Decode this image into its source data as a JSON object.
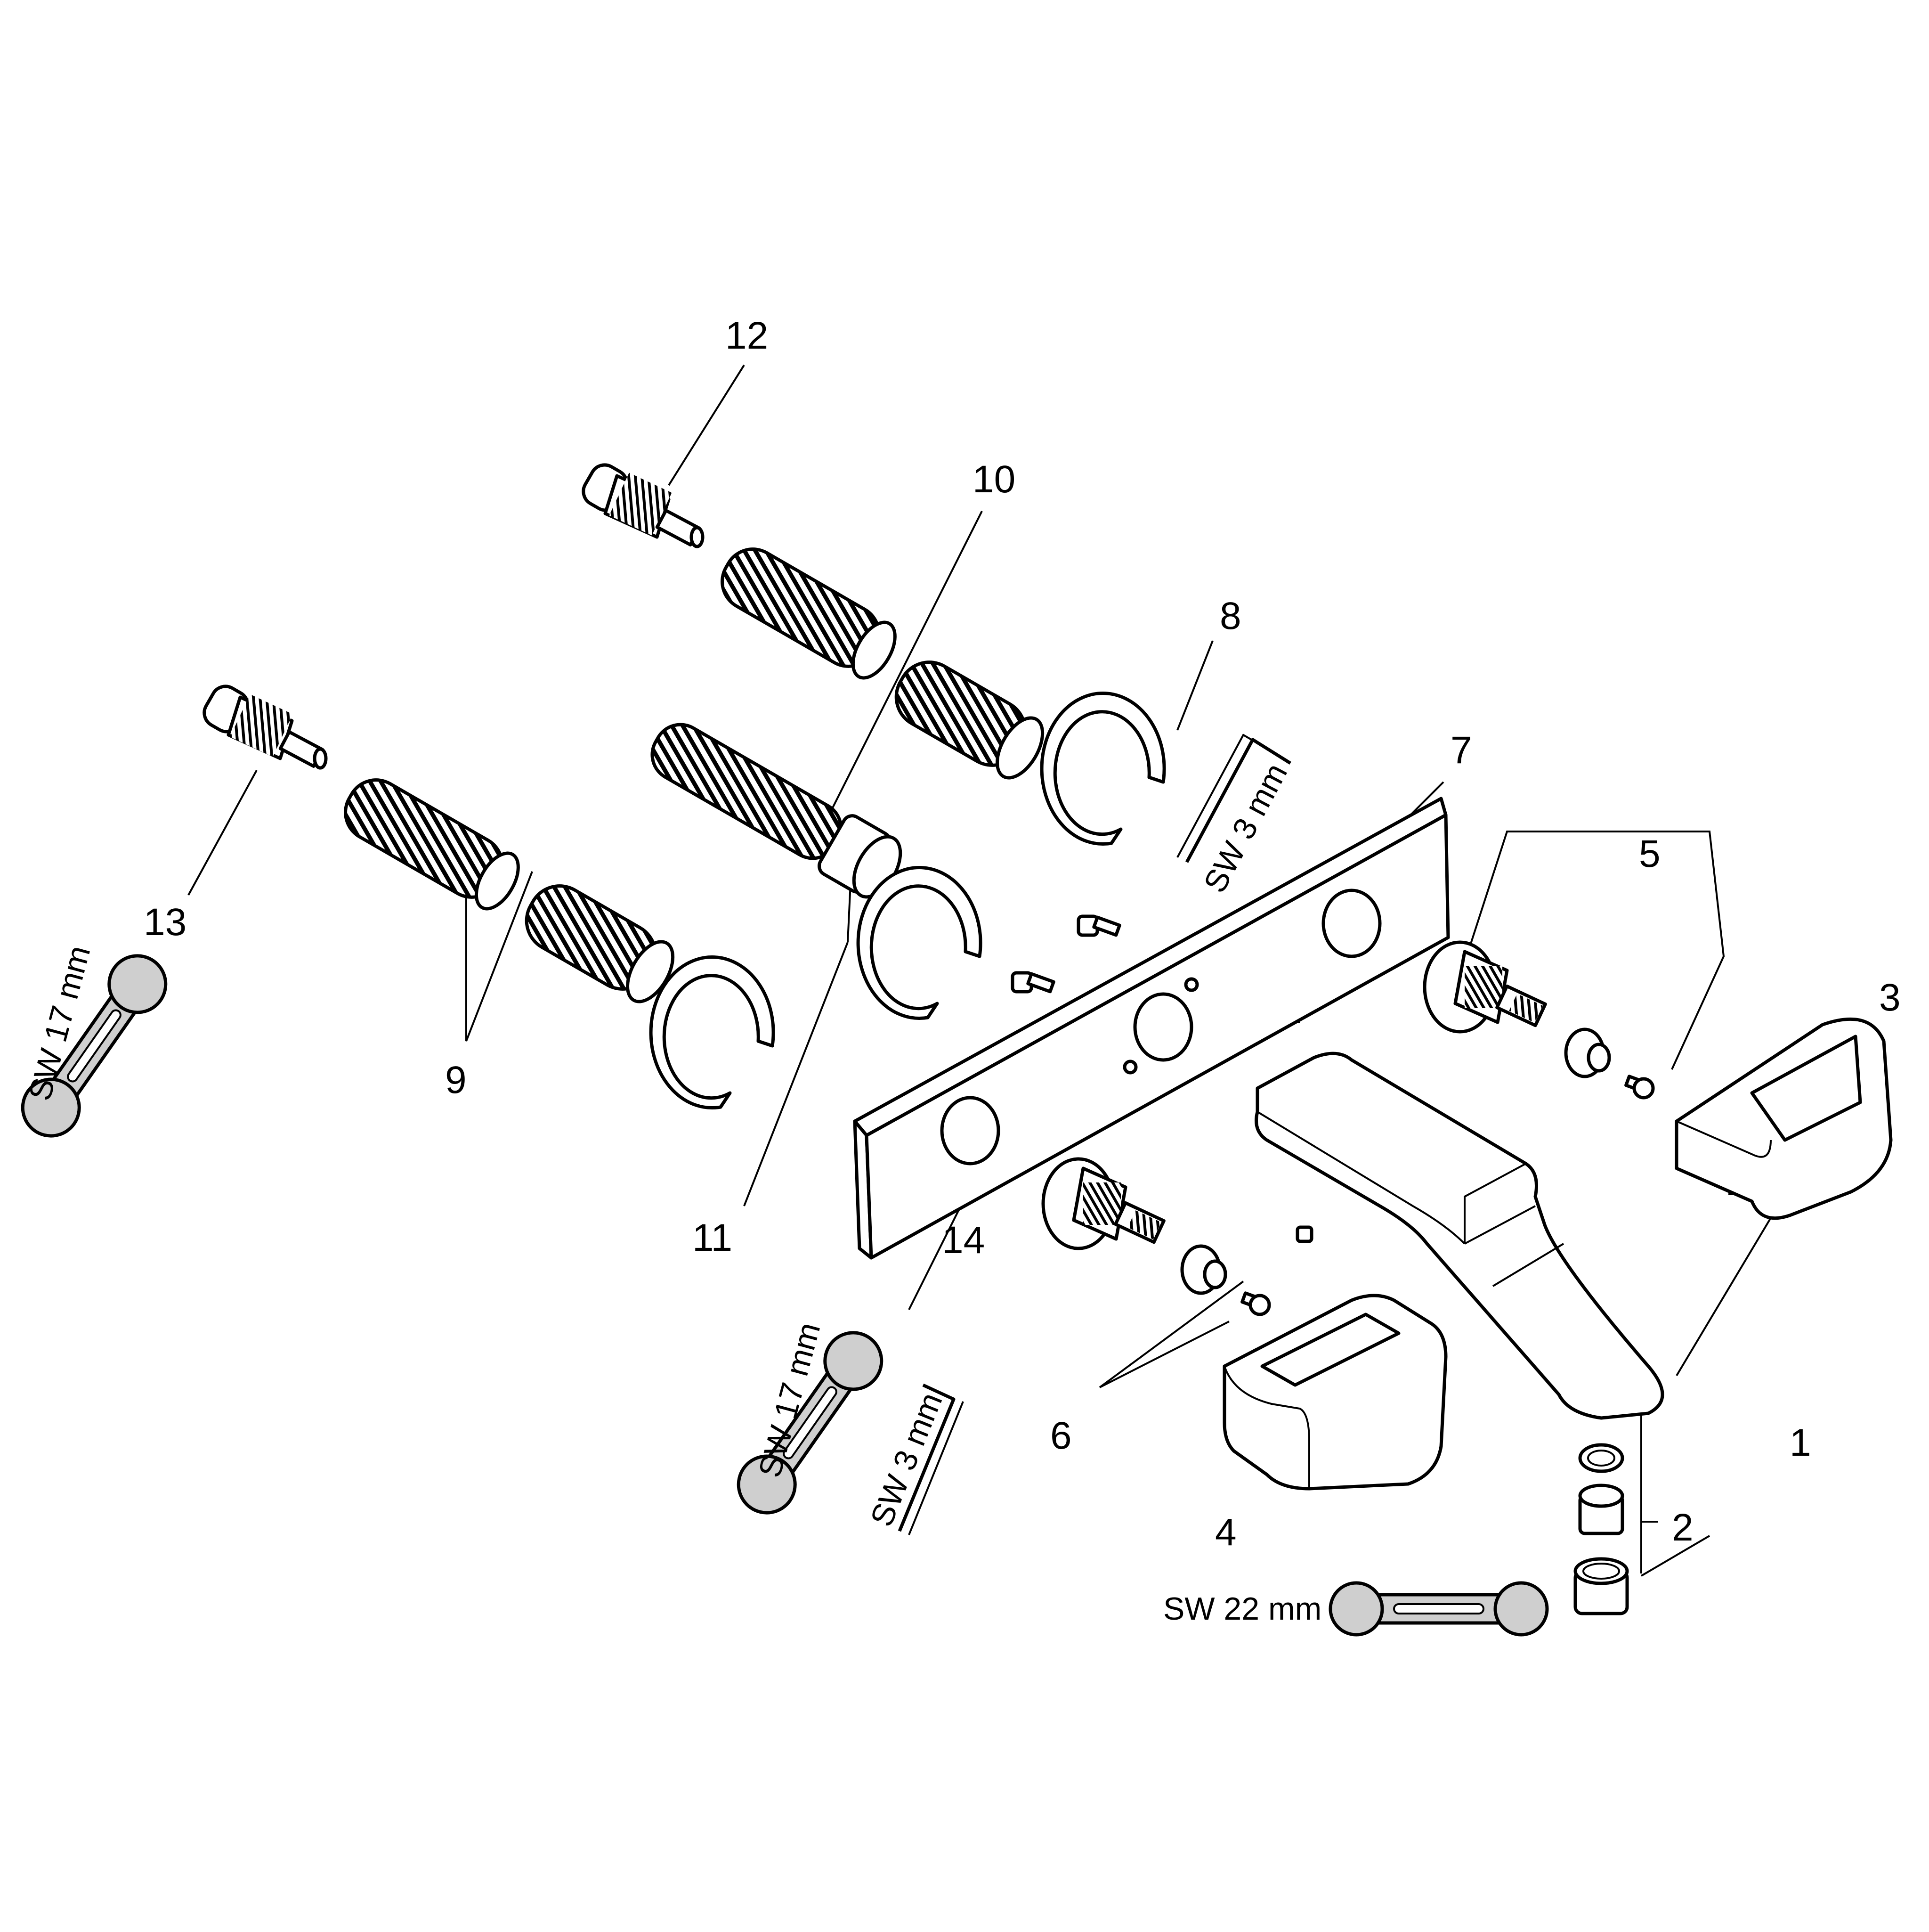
{
  "callouts": {
    "c1": "1",
    "c2": "2",
    "c3": "3",
    "c4": "4",
    "c5": "5",
    "c6": "6",
    "c7": "7",
    "c8": "8",
    "c9": "9",
    "c10": "10",
    "c11": "11",
    "c12": "12",
    "c13": "13",
    "c14": "14"
  },
  "tools": {
    "wrench_left": "SW 17 mm",
    "wrench_bottom": "SW 17 mm",
    "hex_key_top": "SW 3 mm",
    "hex_key_bottom": "SW 3 mm",
    "wrench_aerator": "SW 22 mm"
  }
}
